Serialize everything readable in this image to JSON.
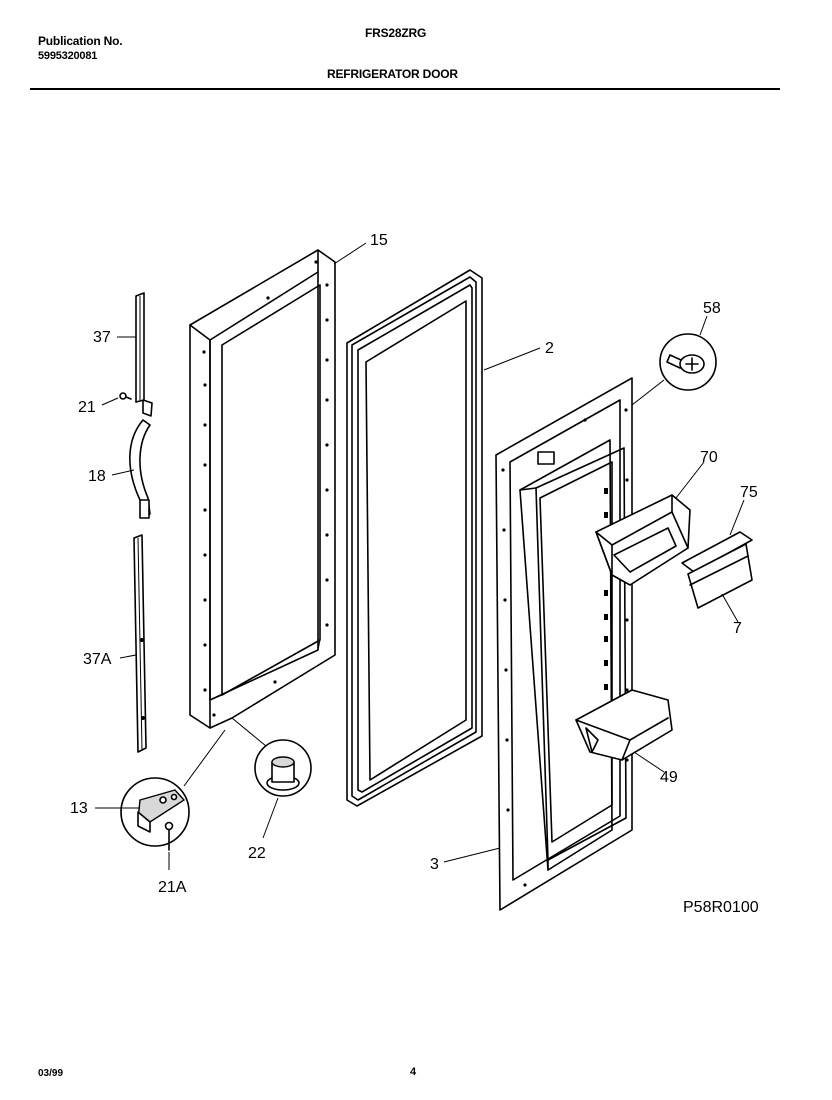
{
  "header": {
    "publication_label": "Publication No.",
    "publication_number": "5995320081",
    "model": "FRS28ZRG",
    "section_title": "REFRIGERATOR DOOR"
  },
  "diagram": {
    "callouts": {
      "c15": "15",
      "c37": "37",
      "c21": "21",
      "c18": "18",
      "c37a": "37A",
      "c13": "13",
      "c21a": "21A",
      "c22": "22",
      "c2": "2",
      "c58": "58",
      "c70": "70",
      "c75": "75",
      "c7": "7",
      "c49": "49",
      "c3": "3"
    },
    "drawing_code": "P58R0100"
  },
  "footer": {
    "date": "03/99",
    "page": "4"
  }
}
